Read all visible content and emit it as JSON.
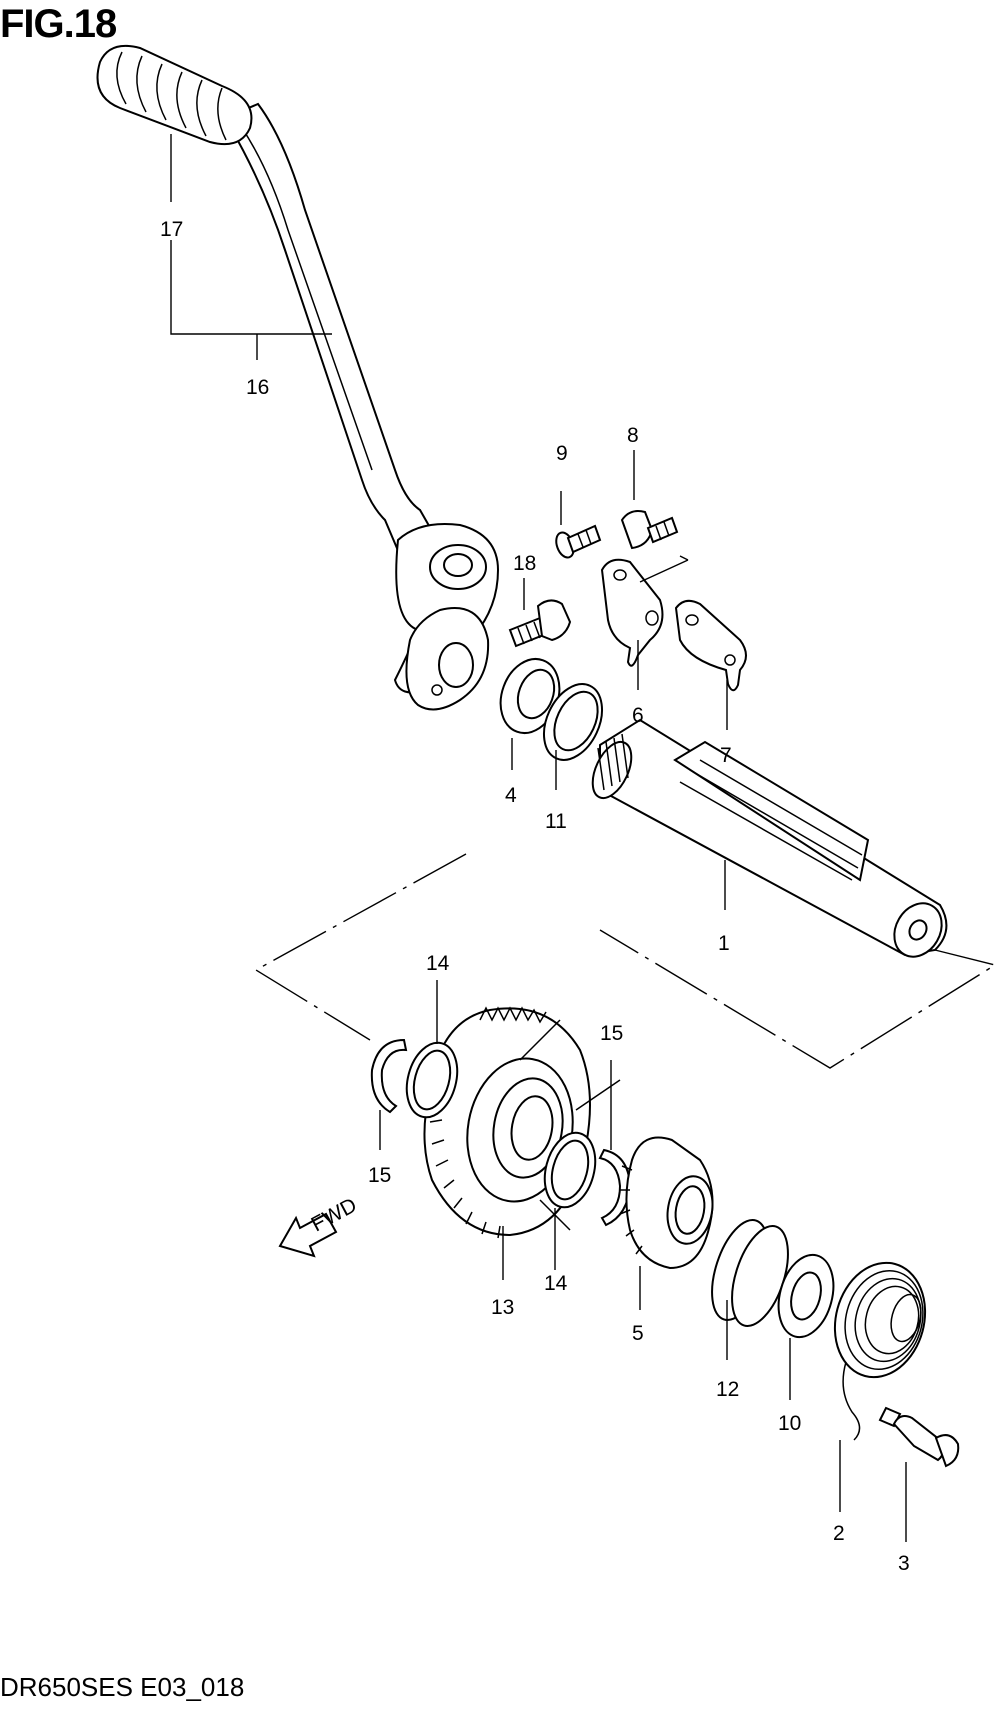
{
  "figure": {
    "title": "FIG.18",
    "code": "DR650SES E03_018"
  },
  "direction_marker": {
    "label": "FWD",
    "icon": "arrow-left-icon"
  },
  "callouts": {
    "c1": "1",
    "c2": "2",
    "c3": "3",
    "c4": "4",
    "c5": "5",
    "c6": "6",
    "c7": "7",
    "c8": "8",
    "c9": "9",
    "c10": "10",
    "c11": "11",
    "c12": "12",
    "c13": "13",
    "c14a": "14",
    "c14b": "14",
    "c15a": "15",
    "c15b": "15",
    "c16": "16",
    "c17": "17",
    "c18": "18"
  }
}
